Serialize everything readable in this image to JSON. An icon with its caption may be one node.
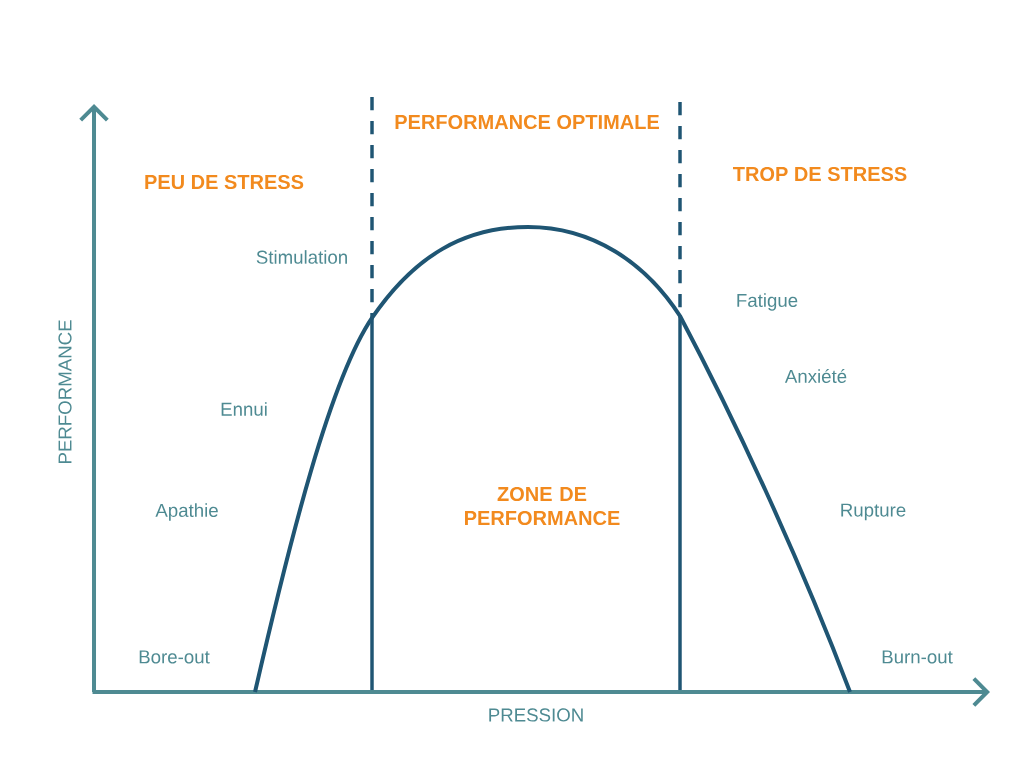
{
  "diagram": {
    "labels": [
      "PERFORMANCE OPTIMALE",
      "PEU DE STRESS",
      "TROP DE STRESS",
      "Stimulation",
      "Fatigue",
      "Anxiété",
      "Ennui",
      "ZONE DE PERFORMANCE",
      "Apathie",
      "Rupture",
      "PERFORMANCE",
      "Bore-out",
      "Burn-out",
      "PRESSION"
    ]
  }
}
